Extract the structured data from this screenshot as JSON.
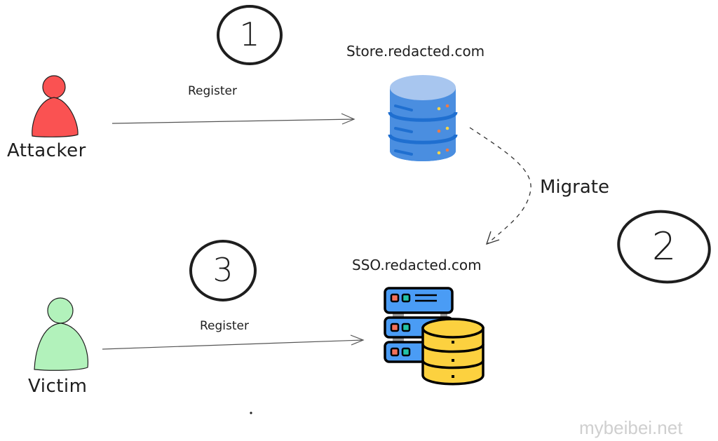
{
  "actors": {
    "attacker": {
      "label": "Attacker",
      "color": "#fa5252"
    },
    "victim": {
      "label": "Victim",
      "color": "#b2f2bb"
    }
  },
  "servers": {
    "store": {
      "label": "Store.redacted.com",
      "color": "#4a90e2"
    },
    "sso": {
      "label": "SSO.redacted.com",
      "rack_color": "#4a9cf5",
      "db_color": "#fcd13f"
    }
  },
  "edges": {
    "attacker_register": {
      "label": "Register"
    },
    "migrate": {
      "label": "Migrate",
      "style": "dashed"
    },
    "victim_register": {
      "label": "Register"
    }
  },
  "steps": [
    "1",
    "2",
    "3"
  ],
  "watermark": "mybeibei.net"
}
